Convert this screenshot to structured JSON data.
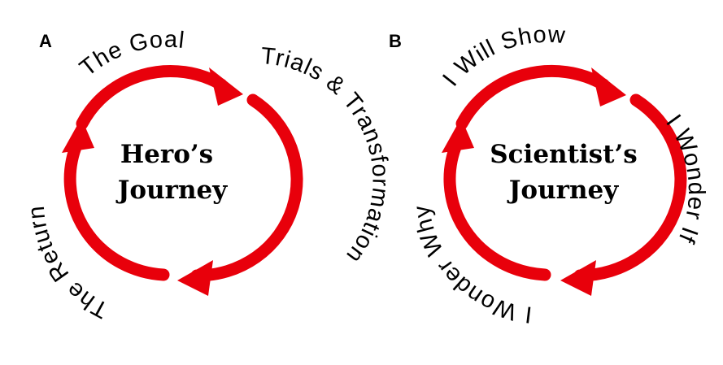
{
  "panels": [
    {
      "letter": "A",
      "center_line1": "Hero’s",
      "center_line2": "Journey",
      "stages": {
        "top": "The Goal",
        "right": "Trials & Transformation",
        "left": "The Return"
      }
    },
    {
      "letter": "B",
      "center_line1": "Scientist’s",
      "center_line2": "Journey",
      "stages": {
        "top": "I Will Show",
        "right": "I Wonder If",
        "left": "I Wonder Why"
      }
    }
  ],
  "colors": {
    "arrow": "#e8000b",
    "text": "#000000"
  }
}
